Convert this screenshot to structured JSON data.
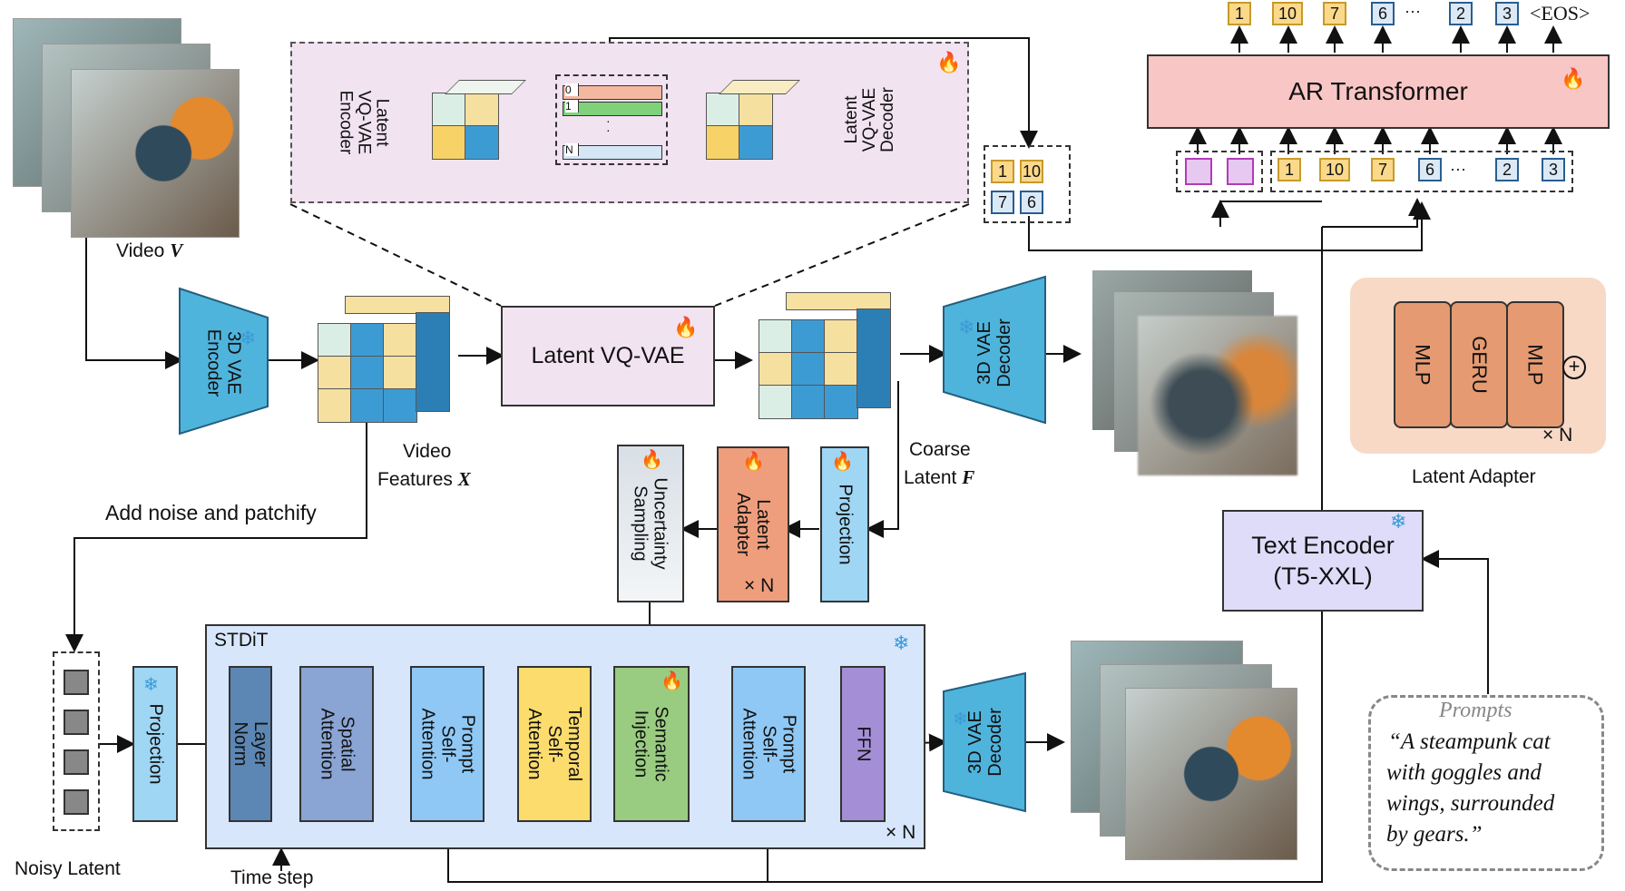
{
  "video_label": "Video",
  "video_symbol": "V",
  "vae_encoder": "3D VAE\nEncoder",
  "video_features": "Video",
  "video_features_2": "Features",
  "video_features_symbol": "X",
  "latent_vqvae": "Latent VQ-VAE",
  "vq_encoder": "Latent\nVQ-VAE\nEncoder",
  "vq_decoder": "Latent\nVQ-VAE\nDecoder",
  "codebook": [
    "0",
    "1",
    "N"
  ],
  "codebook_dots": "·\n·",
  "vae_decoder_top": "3D VAE\nDecoder",
  "coarse_latent": "Coarse",
  "coarse_latent_2": "Latent",
  "coarse_symbol": "F",
  "ar_transformer": "AR Transformer",
  "output_tokens": [
    "1",
    "10",
    "7",
    "6",
    "2",
    "3"
  ],
  "eos": "<EOS>",
  "ellipsis": "···",
  "input_tokens": [
    "1",
    "10",
    "7",
    "6",
    "2",
    "3"
  ],
  "grid_tokens": [
    "1",
    "10",
    "7",
    "6"
  ],
  "latent_adapter_title": "Latent Adapter",
  "adapter_blocks": [
    "MLP",
    "GERU",
    "MLP"
  ],
  "times_n": "× N",
  "text_encoder": "Text Encoder",
  "text_encoder_2": "(T5-XXL)",
  "prompts_title": "Prompts",
  "prompt_text": [
    "“A steampunk cat",
    "with goggles and",
    "wings, surrounded",
    "by gears.”"
  ],
  "add_noise": "Add noise and patchify",
  "uncertainty": "Uncertainty\nSampling",
  "latent_adapter_box": "Latent\nAdapter",
  "projection": "Projection",
  "noisy_latent": "Noisy Latent",
  "stdit": "STDiT",
  "stdit_blocks": [
    "Layer Norm",
    "Spatial\nAttention",
    "Prompt\nSelf-Attention",
    "Temporal\nSelf-Attention",
    "Semantic\nInjection",
    "Prompt\nSelf-Attention",
    "FFN"
  ],
  "vae_decoder_bottom": "3D VAE\nDecoder",
  "time_step": "Time step",
  "colors": {
    "teal": "#4fb4dc",
    "pink_bg": "#f2e3f1",
    "ar_pink": "#f9c6c6",
    "adapter_bg": "#f8d9c6",
    "adapter_block": "#e59a72",
    "stdit_bg": "#d7e6fb",
    "green": "#99cc80",
    "yellow": "#fcdc6c",
    "purple_box": "#dedcf8"
  }
}
